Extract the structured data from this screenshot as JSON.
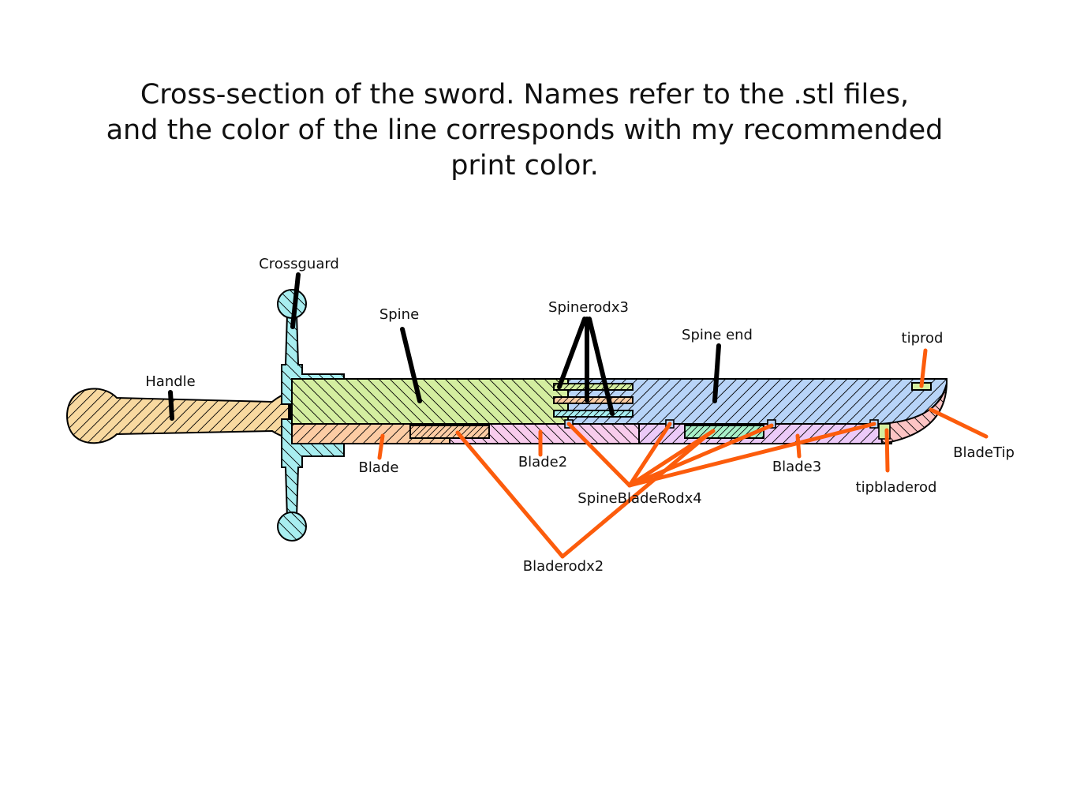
{
  "title": {
    "line1": "Cross-section of the sword. Names refer to the .stl files,",
    "line2": "and the color of the line corresponds with my recommended",
    "line3": "print color."
  },
  "labels": {
    "crossguard": "Crossguard",
    "handle": "Handle",
    "spine": "Spine",
    "spinerod": "Spinerodx3",
    "spine_end": "Spine end",
    "tiprod": "tiprod",
    "bladetip": "BladeTip",
    "blade": "Blade",
    "blade2": "Blade2",
    "blade3": "Blade3",
    "spinebladerod": "SpineBladeRodx4",
    "tipbladerod": "tipbladerod",
    "bladerod": "Bladerodx2"
  },
  "colors": {
    "handle": "#f8d9a0",
    "crossguard": "#a8eef0",
    "spine": "#d4eea0",
    "spine_end": "#b8d4f8",
    "blade": "#fccca4",
    "blade2": "#f8ccec",
    "blade3": "#eccaf8",
    "bladetip": "#fcc4c4",
    "rod_green": "#a8f0c8",
    "leader_black": "#000000",
    "leader_orange": "#fc5c0c"
  }
}
